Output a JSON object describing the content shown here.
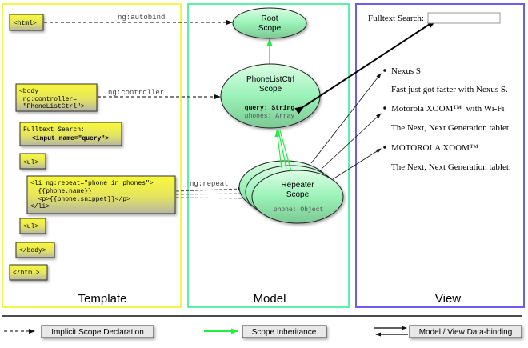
{
  "colors": {
    "template_border": "#f4f450",
    "model_border": "#5ef0a8",
    "view_border": "#6a5cf0",
    "inheritance_arrow": "#22ee44",
    "box_fill_top": "#f6f63a",
    "scope_fill": "#8ef0b0"
  },
  "panels": {
    "template": "Template",
    "model": "Model",
    "view": "View"
  },
  "template": {
    "html_open": "<html>",
    "body_lines": [
      "<body",
      " ng:controller=",
      " \"PhoneListCtrl\">"
    ],
    "search_lines": [
      "Fulltext Search:",
      "<input name=\"query\">"
    ],
    "ul_open": "<ul>",
    "li_lines": [
      "<li ng:repeat=\"phone in phones\">",
      "  {{phone.name}}",
      "  <p>{{phone.snippet}}</p>",
      "</li>"
    ],
    "ul_close": "<ul>",
    "body_close": "</body>",
    "html_close": "</html>"
  },
  "directives": {
    "autobind": "ng:autobind",
    "controller": "ng:controller",
    "repeat": "ng:repeat"
  },
  "model": {
    "root_scope": [
      "Root",
      "Scope"
    ],
    "ctrl_scope": [
      "PhoneListCtrl",
      "Scope"
    ],
    "ctrl_props": [
      "query: String",
      "phones: Array"
    ],
    "repeater_scope": [
      "Repeater",
      "Scope"
    ],
    "repeater_props": "phone: Object"
  },
  "view": {
    "search_label": "Fulltext Search:",
    "search_value": "",
    "items": [
      {
        "name": "Nexus S",
        "snippet": "Fast just got faster with Nexus S."
      },
      {
        "name": "Motorola XOOM™  with Wi-Fi",
        "snippet": "The Next, Next Generation tablet."
      },
      {
        "name": "MOTOROLA XOOM™",
        "snippet": "The Next, Next Generation tablet."
      }
    ]
  },
  "legend": {
    "implicit": "Implicit Scope Declaration",
    "inheritance": "Scope Inheritance",
    "binding": "Model / View Data-binding"
  }
}
